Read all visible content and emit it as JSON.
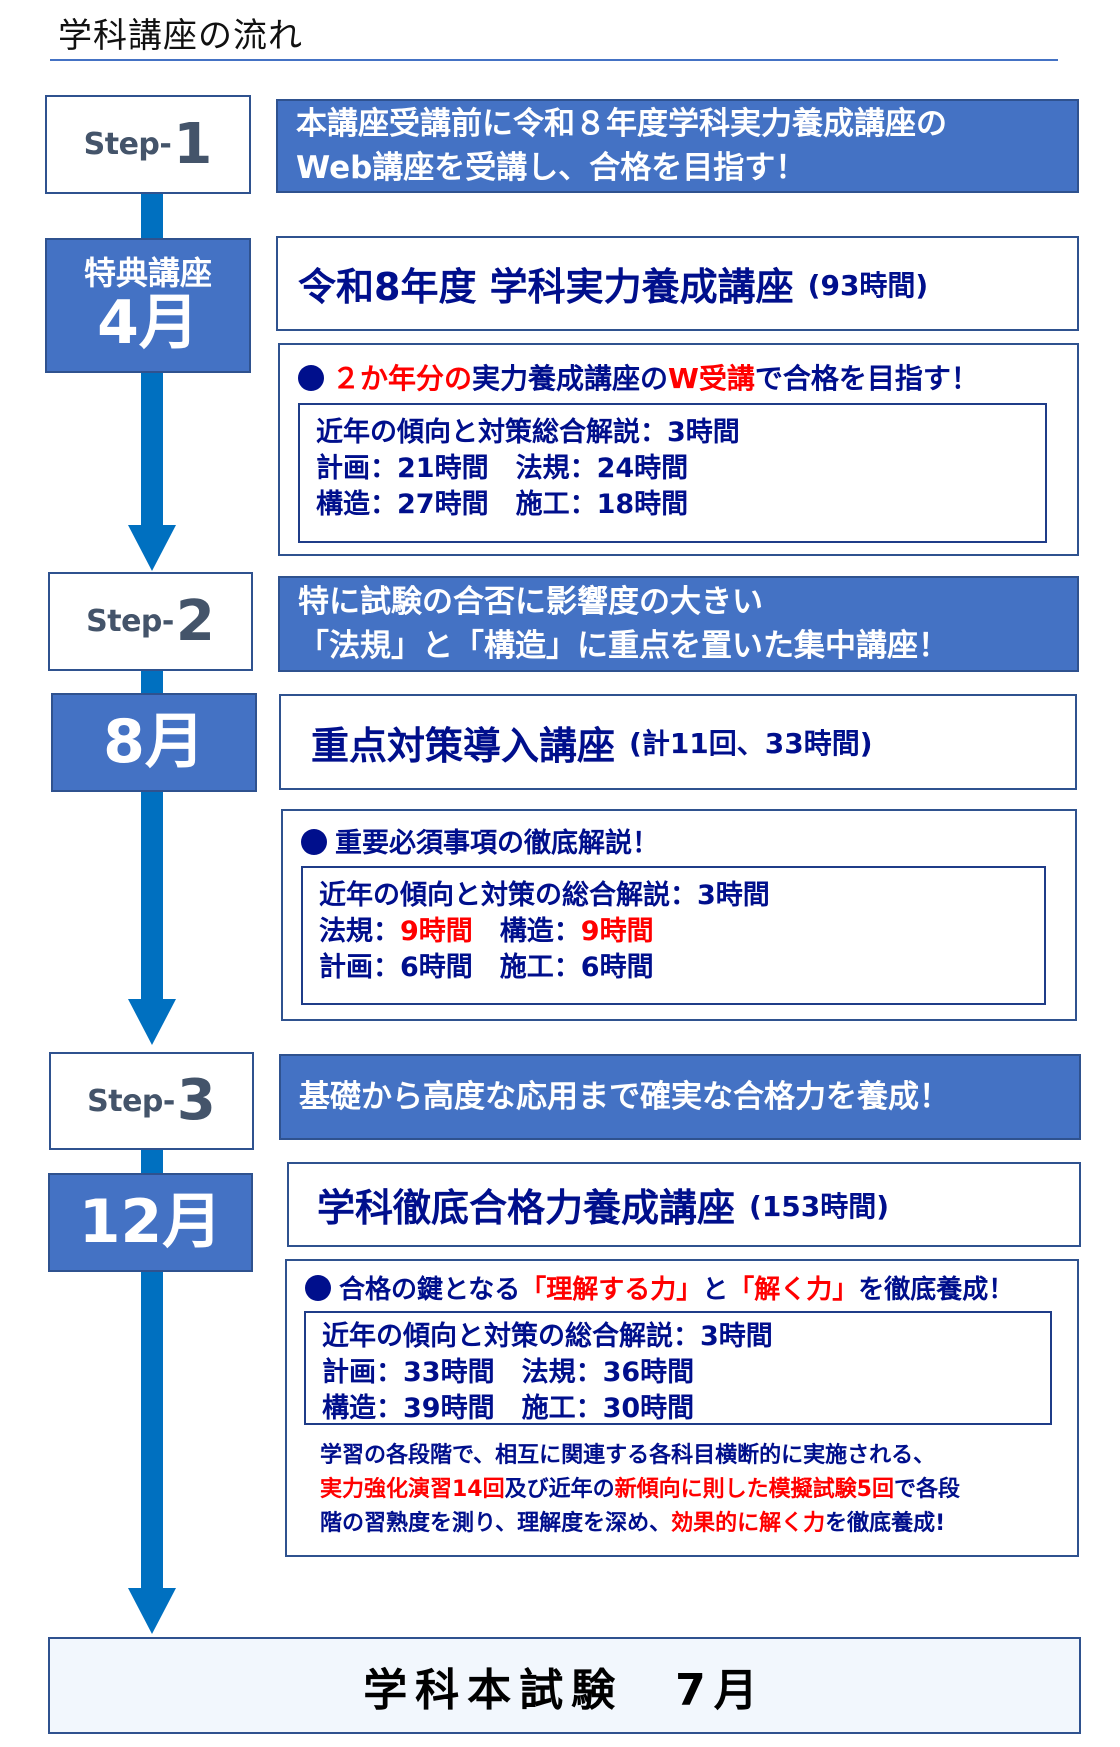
{
  "header": {
    "title": "学科講座の流れ"
  },
  "colors": {
    "primary_blue": "#4472c4",
    "border_blue": "#2f528f",
    "arrow_blue": "#0070c0",
    "text_navy": "#000f8c",
    "accent_red": "#ff0000",
    "step_gray": "#44546a"
  },
  "steps": [
    {
      "step_label": "Step-",
      "step_number": "1",
      "banner_lines": [
        "本講座受講前に令和８年度学科実力養成講座の",
        "Web講座を受講し、合格を目指す！"
      ],
      "month_sub": "特典講座",
      "month": "4月",
      "course_name": "令和8年度 学科実力養成講座",
      "course_hours": "(93時間)",
      "headline": {
        "pre": "",
        "red1": "２か年分の",
        "mid": "実力養成講座の",
        "red2": "W受講",
        "post": "で合格を目指す！"
      },
      "schedule": [
        "近年の傾向と対策総合解説：3時間",
        "計画：21時間　法規：24時間",
        "構造：27時間　施工：18時間"
      ]
    },
    {
      "step_label": "Step-",
      "step_number": "2",
      "banner_lines": [
        "特に試験の合否に影響度の大きい",
        "「法規」と「構造」に重点を置いた集中講座！"
      ],
      "month": "8月",
      "course_name": "重点対策導入講座",
      "course_hours": "(計11回、33時間)",
      "headline": {
        "text": "重要必須事項の徹底解説！"
      },
      "schedule_line1": "近年の傾向と対策の総合解説：3時間",
      "schedule_line2": {
        "a_label": "法規：",
        "a_value": "9時間",
        "b_label": "　構造：",
        "b_value": "9時間"
      },
      "schedule_line3": "計画：6時間　施工：6時間"
    },
    {
      "step_label": "Step-",
      "step_number": "3",
      "banner_lines": [
        "基礎から高度な応用まで確実な合格力を養成！"
      ],
      "month": "12月",
      "course_name": "学科徹底合格力養成講座",
      "course_hours": "(153時間)",
      "headline": {
        "pre": "合格の鍵となる",
        "red1": "「理解する力」",
        "mid": "と",
        "red2": "「解く力」",
        "post": "を徹底養成！"
      },
      "schedule": [
        "近年の傾向と対策の総合解説：3時間",
        "計画：33時間　法規：36時間",
        "構造：39時間　施工：30時間"
      ],
      "note": {
        "line1": "学習の各段階で、相互に関連する各科目横断的に実施される、",
        "line2_red1": "実力強化演習14回",
        "line2_mid": "及び近年の",
        "line2_red2": "新傾向に則した模擬試験5回",
        "line2_post": "で各段",
        "line3_pre": "階の習熟度を測り、理解度を深め、",
        "line3_red": "効果的に解く力",
        "line3_post": "を徹底養成!"
      }
    }
  ],
  "final": {
    "label": "学科本試験　7月"
  }
}
